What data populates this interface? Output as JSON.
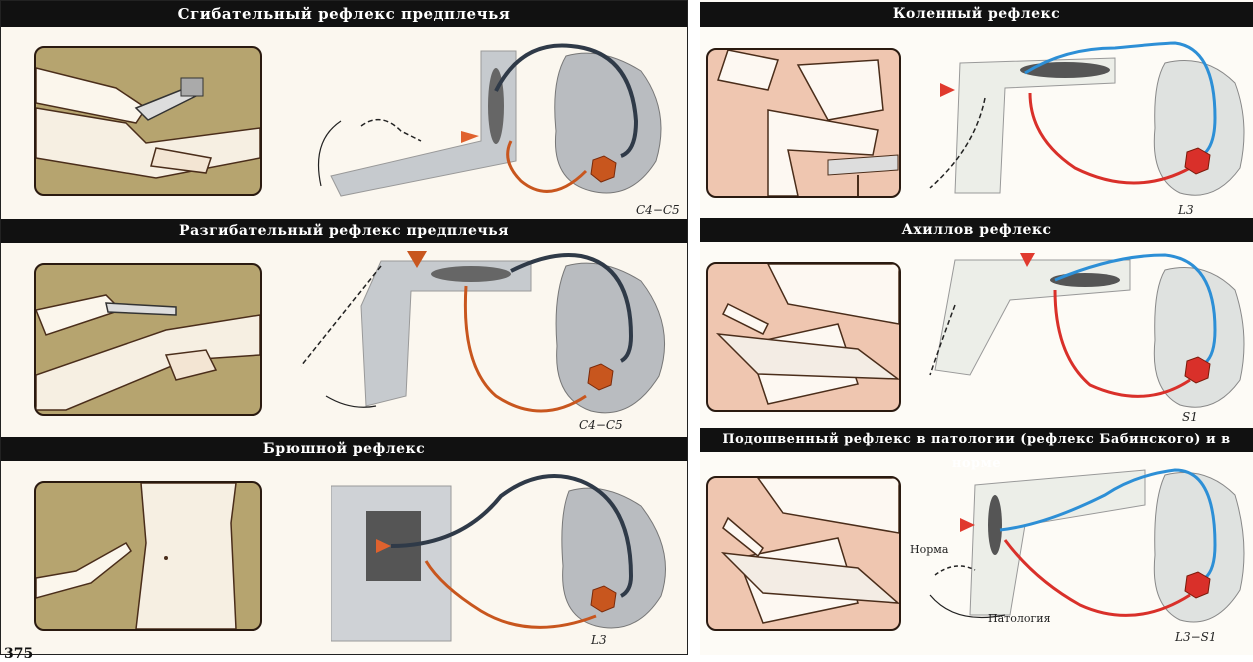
{
  "left_sections": [
    {
      "title": "Сгибательный рефлекс предплечья",
      "segment": "C4−C5"
    },
    {
      "title": "Разгибательный рефлекс предплечья",
      "segment": "C4−C5"
    },
    {
      "title": "Брюшной рефлекс",
      "segment": "L3"
    }
  ],
  "right_sections": [
    {
      "title": "Коленный рефлекс",
      "segment": "L3"
    },
    {
      "title": "Ахиллов рефлекс",
      "segment": "S1"
    },
    {
      "title": "Подошвенный рефлекс в патологии (рефлекс Бабинского) и в норме",
      "segment": "L3−S1",
      "label_norm": "Норма",
      "label_pathology": "Патология"
    }
  ],
  "page_number": "375",
  "colors": {
    "efferent": "#c8561e",
    "afferent_dark": "#2f3a48",
    "afferent_blue": "#2d8fd6",
    "efferent_red": "#d9302a",
    "pointer": "#e03a2e",
    "banner": "#111111"
  }
}
